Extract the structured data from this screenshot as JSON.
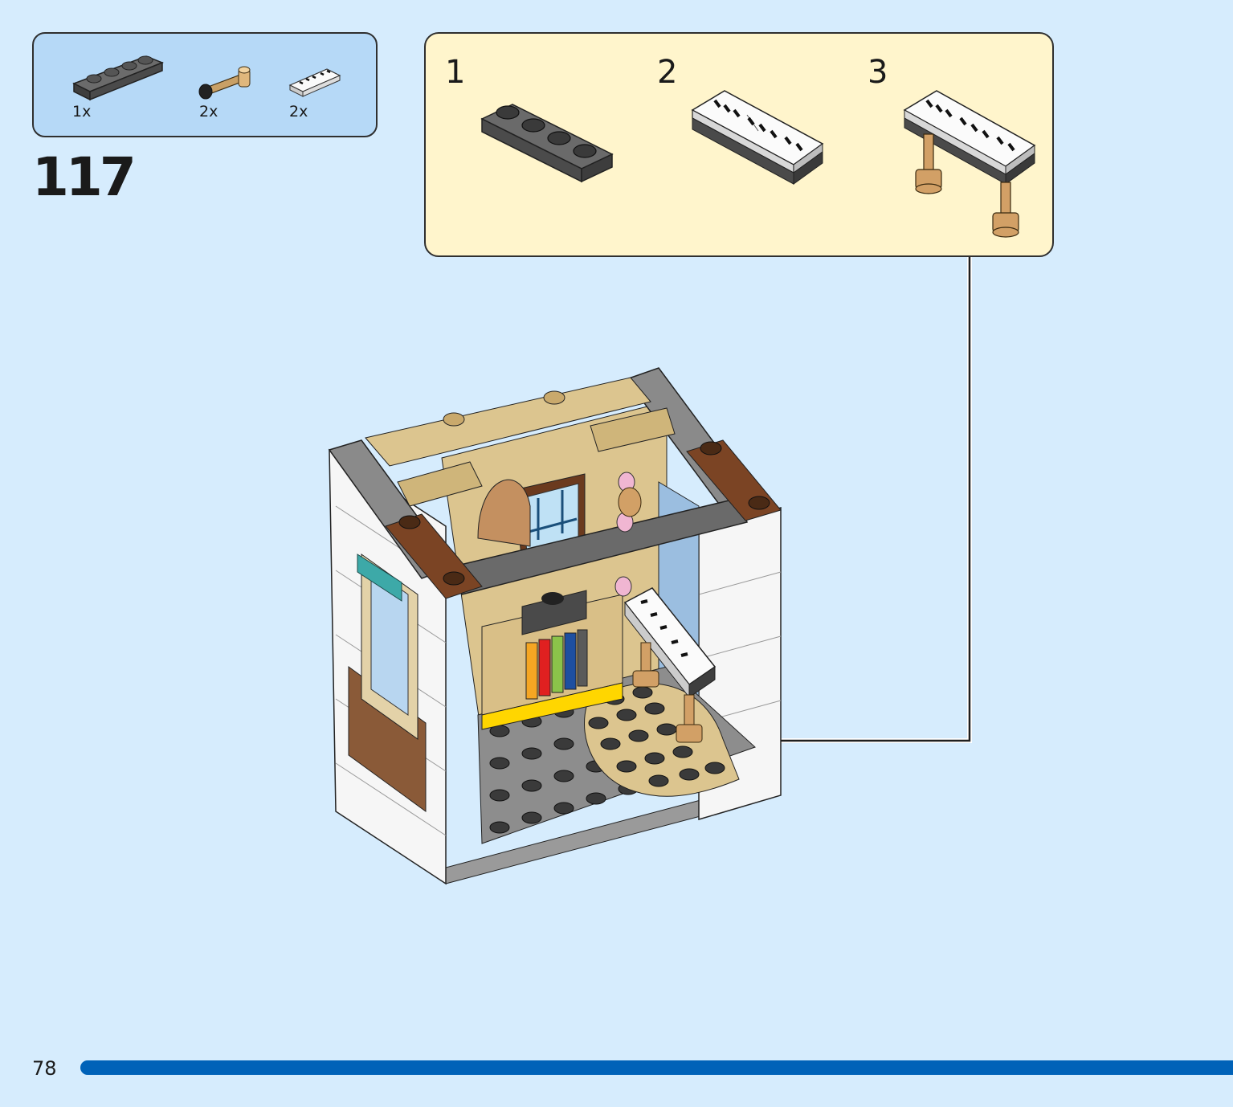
{
  "step": {
    "number": "117"
  },
  "parts": [
    {
      "qty": "1x",
      "icon": "dark-gray-plate-1x4"
    },
    {
      "qty": "2x",
      "icon": "tan-bar-with-stud"
    },
    {
      "qty": "2x",
      "icon": "printed-piano-keys-tile"
    }
  ],
  "substeps": [
    {
      "number": "1",
      "icon": "dark-gray-plate-1x4"
    },
    {
      "number": "2",
      "icon": "piano-keys-on-plate"
    },
    {
      "number": "3",
      "icon": "piano-on-tan-legs"
    }
  ],
  "footer": {
    "page_number": "78"
  },
  "colors": {
    "background": "#d6ecfd",
    "parts_box": "#b6d9f7",
    "substep_box": "#fff5cc",
    "progress_bar": "#0062b8"
  }
}
